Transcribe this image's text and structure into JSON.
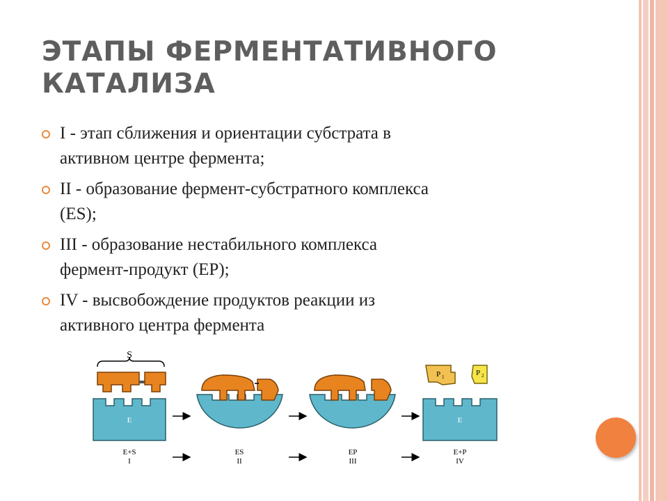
{
  "title_lines": [
    "ЭТАПЫ ФЕРМЕНТАТИВНОГО",
    "КАТАЛИЗА"
  ],
  "bullets": [
    [
      "I - этап сближения и ориентации субстрата в",
      "активном центре фермента;"
    ],
    [
      "II - образование фермент-субстратного комплекса",
      "(ES);"
    ],
    [
      "III - образование нестабильного комплекса",
      "фермент-продукт (EP);"
    ],
    [
      "IV - высвобождение продуктов реакции из",
      "активного центра фермента"
    ]
  ],
  "diagram": {
    "substrate_label": "S",
    "enzyme_label": "E",
    "product_labels": [
      "P",
      "P"
    ],
    "product_subscripts": [
      "1",
      "2"
    ],
    "stages": [
      {
        "name": "E+S",
        "num": "I"
      },
      {
        "name": "ES",
        "num": "II"
      },
      {
        "name": "EP",
        "num": "III"
      },
      {
        "name": "E+P",
        "num": "IV"
      }
    ]
  },
  "colors": {
    "enzyme": "#5fb7cb",
    "substrate": "#e8841f",
    "product": "#f5d94a",
    "accent": "#f0813f"
  }
}
